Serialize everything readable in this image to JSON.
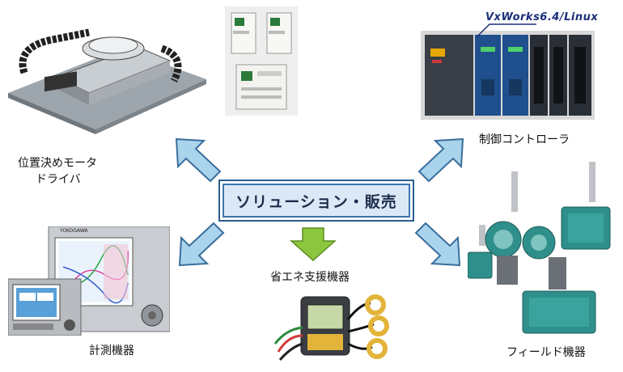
{
  "center": {
    "title": "ソリューション・販売"
  },
  "labels": {
    "motor_driver_line1": "位置決めモータ",
    "motor_driver_line2": "ドライバ",
    "controller": "制御コントローラ",
    "energy_saving": "省エネ支援機器",
    "measurement": "計測機器",
    "field": "フィールド機器"
  },
  "os_badge": "VxWorks6.4/Linux",
  "recorder_brand": "YOKOGAWA",
  "colors": {
    "arrow_fill": "#a9d4ec",
    "arrow_stroke": "#3a6e9c",
    "down_arrow": "#8cc63f",
    "box_border": "#2a5d8f",
    "box_fill": "#dbe9f7"
  }
}
